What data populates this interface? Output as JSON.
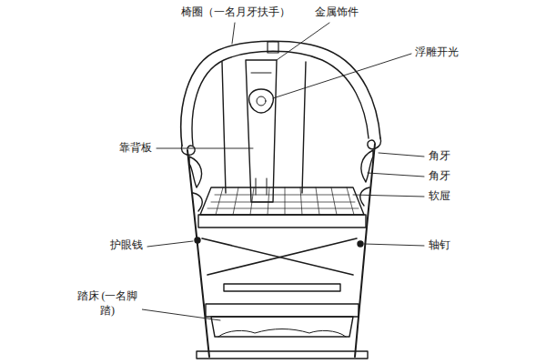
{
  "diagram": {
    "labels": [
      "椅圈（一名月牙扶手）",
      "金属饰件",
      "浮雕开光",
      "靠背板",
      "角牙",
      "角牙",
      "软屉",
      "护眼钱",
      "轴钉",
      "踏床 (一名脚踏)"
    ]
  }
}
